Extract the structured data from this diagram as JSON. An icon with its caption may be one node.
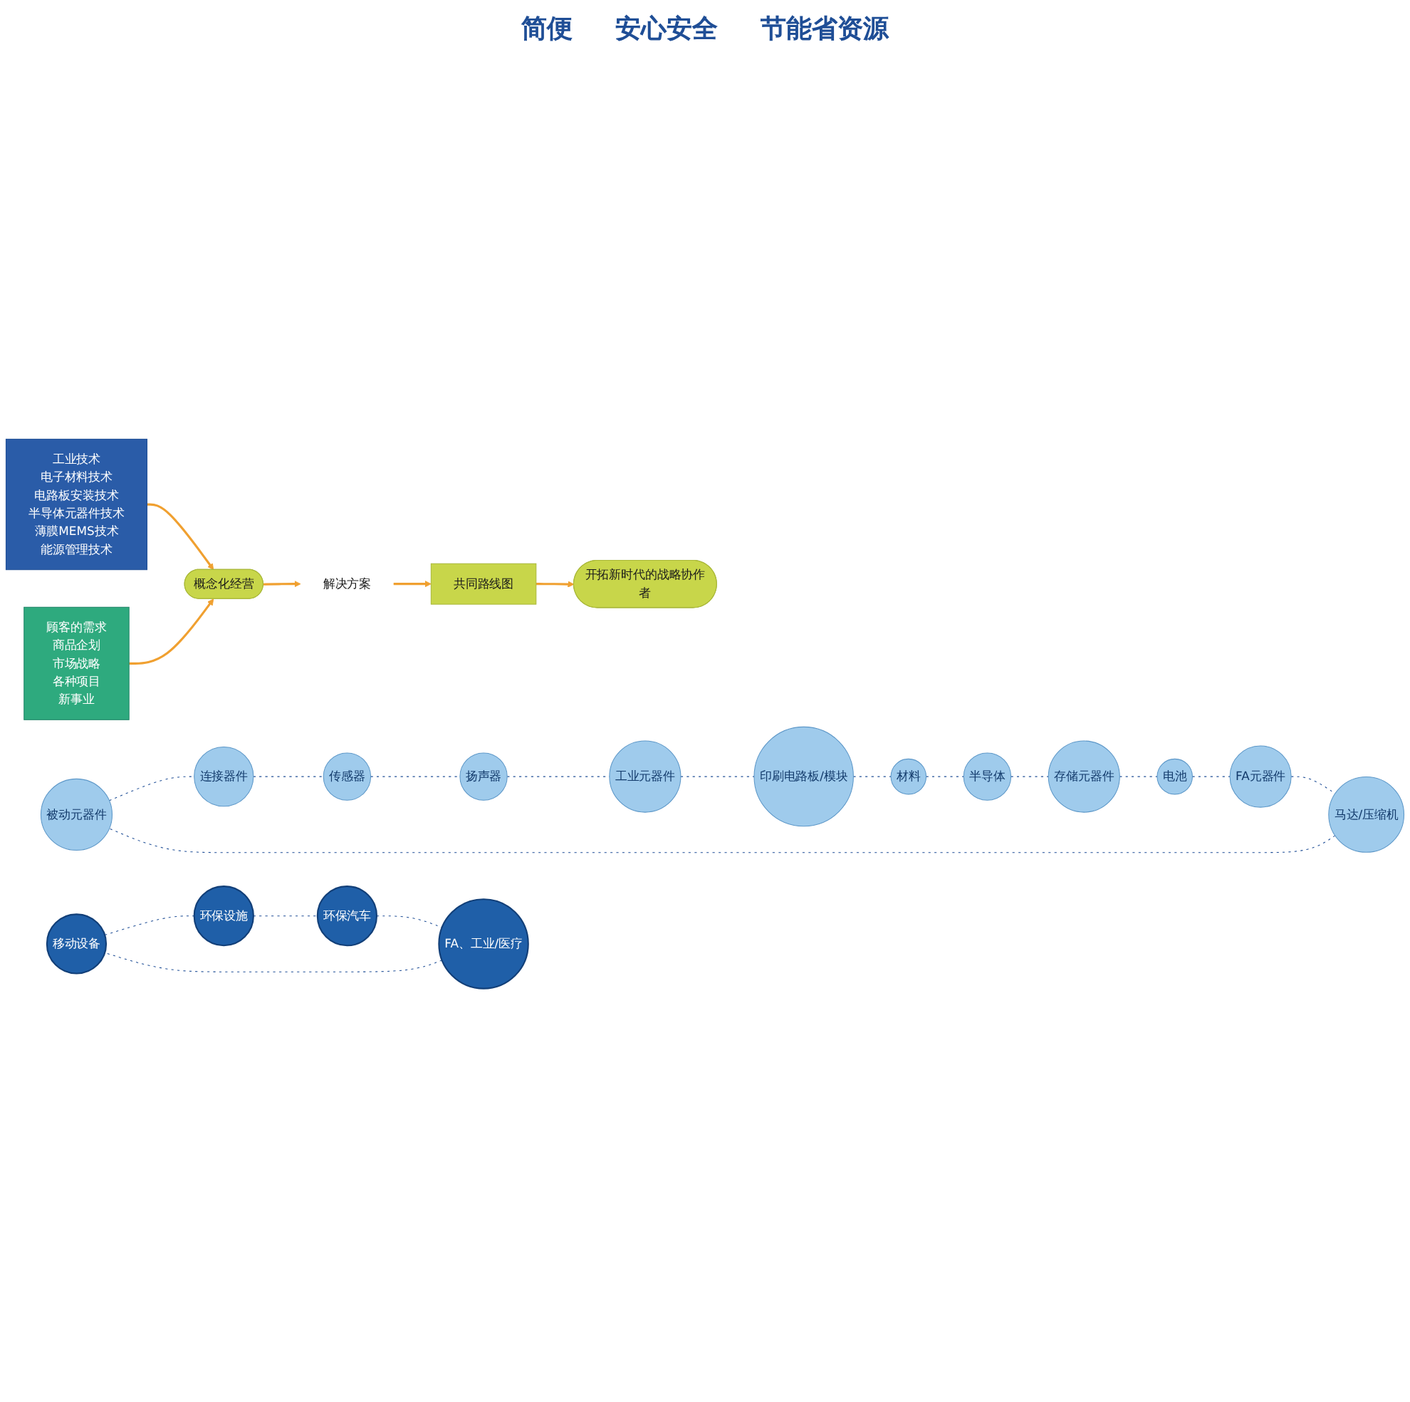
{
  "diagram": {
    "nodes": [
      {
        "text": [
          "移动设备"
        ]
      },
      {
        "text": [
          "被动元器件"
        ]
      },
      {
        "text": [
          "连接器件"
        ]
      },
      {
        "text": [
          "传感器"
        ]
      },
      {
        "text": [
          "扬声器"
        ]
      },
      {
        "text": [
          "环保设施"
        ]
      },
      {
        "text": [
          "工业技术",
          "电子材料技术",
          "电路板安装技术",
          "半导体元器件技术",
          "薄膜MEMS技术",
          "能源管理技术"
        ]
      },
      {
        "text": [
          "工业元器件"
        ]
      },
      {
        "text": [
          "印刷电路板/模块"
        ]
      },
      {
        "text": [
          "概念化经营"
        ]
      },
      {
        "text": [
          "解决方案"
        ]
      },
      {
        "text": [
          "共同路线图"
        ]
      },
      {
        "text": [
          "开拓新时代的战略协作者"
        ]
      },
      {
        "text": [
          "材料"
        ]
      },
      {
        "text": [
          "环保汽车"
        ]
      },
      {
        "text": [
          "顾客的需求",
          "商品企划",
          "市场战略",
          "各种项目",
          "新事业"
        ]
      },
      {
        "text": [
          "半导体"
        ]
      },
      {
        "text": [
          "存储元器件"
        ]
      },
      {
        "text": [
          "马达/压缩机"
        ]
      },
      {
        "text": [
          "FA元器件"
        ]
      },
      {
        "text": [
          "电池"
        ]
      },
      {
        "text": [
          "FA、工业/医疗"
        ]
      }
    ],
    "edges": [
      {
        "from": 6,
        "to": 9,
        "arrow": "to",
        "color": "#f0a030"
      },
      {
        "from": 15,
        "to": 9,
        "arrow": "to",
        "color": "#f0a030"
      },
      {
        "from": 9,
        "to": 10,
        "arrow": "to",
        "color": "#f0a030"
      },
      {
        "from": 10,
        "to": 11,
        "arrow": "to",
        "color": "#f0a030"
      },
      {
        "from": 11,
        "to": 12,
        "arrow": "to",
        "color": "#f0a030"
      },
      {
        "from": 1,
        "to": 2,
        "arrow": "none",
        "style": "dashed"
      },
      {
        "from": 2,
        "to": 3,
        "arrow": "none",
        "style": "dashed"
      },
      {
        "from": 3,
        "to": 4,
        "arrow": "none",
        "style": "dashed"
      },
      {
        "from": 4,
        "to": 7,
        "arrow": "none",
        "style": "dashed"
      },
      {
        "from": 7,
        "to": 8,
        "arrow": "none",
        "style": "dashed"
      },
      {
        "from": 8,
        "to": 13,
        "arrow": "none",
        "style": "dashed"
      },
      {
        "from": 13,
        "to": 16,
        "arrow": "none",
        "style": "dashed"
      },
      {
        "from": 16,
        "to": 17,
        "arrow": "none",
        "style": "dashed"
      },
      {
        "from": 17,
        "to": 20,
        "arrow": "none",
        "style": "dashed"
      },
      {
        "from": 20,
        "to": 19,
        "arrow": "none",
        "style": "dashed"
      },
      {
        "from": 19,
        "to": 18,
        "arrow": "none",
        "style": "dashed"
      },
      {
        "from": 18,
        "to": 1,
        "arrow": "none",
        "style": "dashed"
      },
      {
        "from": 0,
        "to": 5,
        "arrow": "none",
        "style": "dashed"
      },
      {
        "from": 5,
        "to": 14,
        "arrow": "none",
        "style": "dashed"
      },
      {
        "from": 14,
        "to": 21,
        "arrow": "none",
        "style": "dashed"
      },
      {
        "from": 21,
        "to": 0,
        "arrow": "none",
        "style": "dashed"
      }
    ],
    "labels": [
      "简便",
      "安心安全",
      "节能省资源"
    ]
  }
}
